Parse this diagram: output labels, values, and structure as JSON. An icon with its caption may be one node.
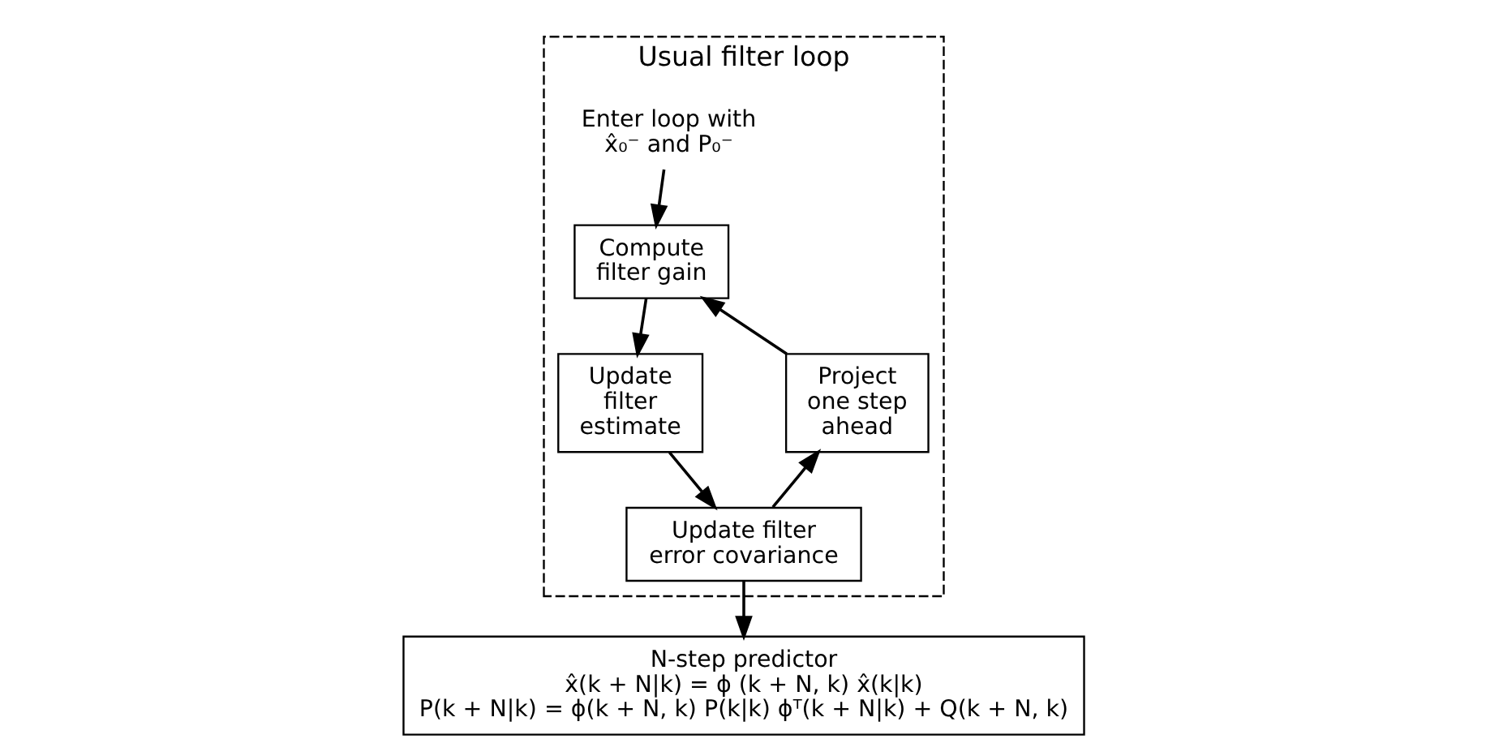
{
  "diagram": {
    "nodes": [
      {
        "text": [
          "Usual filter loop"
        ]
      },
      {
        "text": [
          "Enter loop with x̂₀⁻ and P₀⁻"
        ],
        "in": 0
      },
      {
        "text": [
          "Compute filter gain"
        ],
        "in": 0
      },
      {
        "text": [
          "Update filter estimate"
        ],
        "in": 0
      },
      {
        "text": [
          "Update filter error covariance"
        ],
        "in": 0
      },
      {
        "text": [
          "Project one step ahead"
        ],
        "in": 0
      },
      {
        "text": [
          "N-step predictor",
          "x̂(k + N|k) = ϕ (k + N, k) x̂(k|k)",
          "P(k + N|k) = ϕ(k + N, k) P(k|k) ϕᵀ(k + N|k) + Q(k + N, k)"
        ]
      }
    ],
    "edges": [
      {
        "from": 1,
        "to": 2,
        "arrow": "to"
      },
      {
        "from": 2,
        "to": 3,
        "arrow": "to"
      },
      {
        "from": 3,
        "to": 4,
        "arrow": "to"
      },
      {
        "from": 4,
        "to": 5,
        "arrow": "to"
      },
      {
        "from": 5,
        "to": 2,
        "arrow": "to"
      },
      {
        "from": 4,
        "to": 6,
        "arrow": "to"
      }
    ]
  }
}
